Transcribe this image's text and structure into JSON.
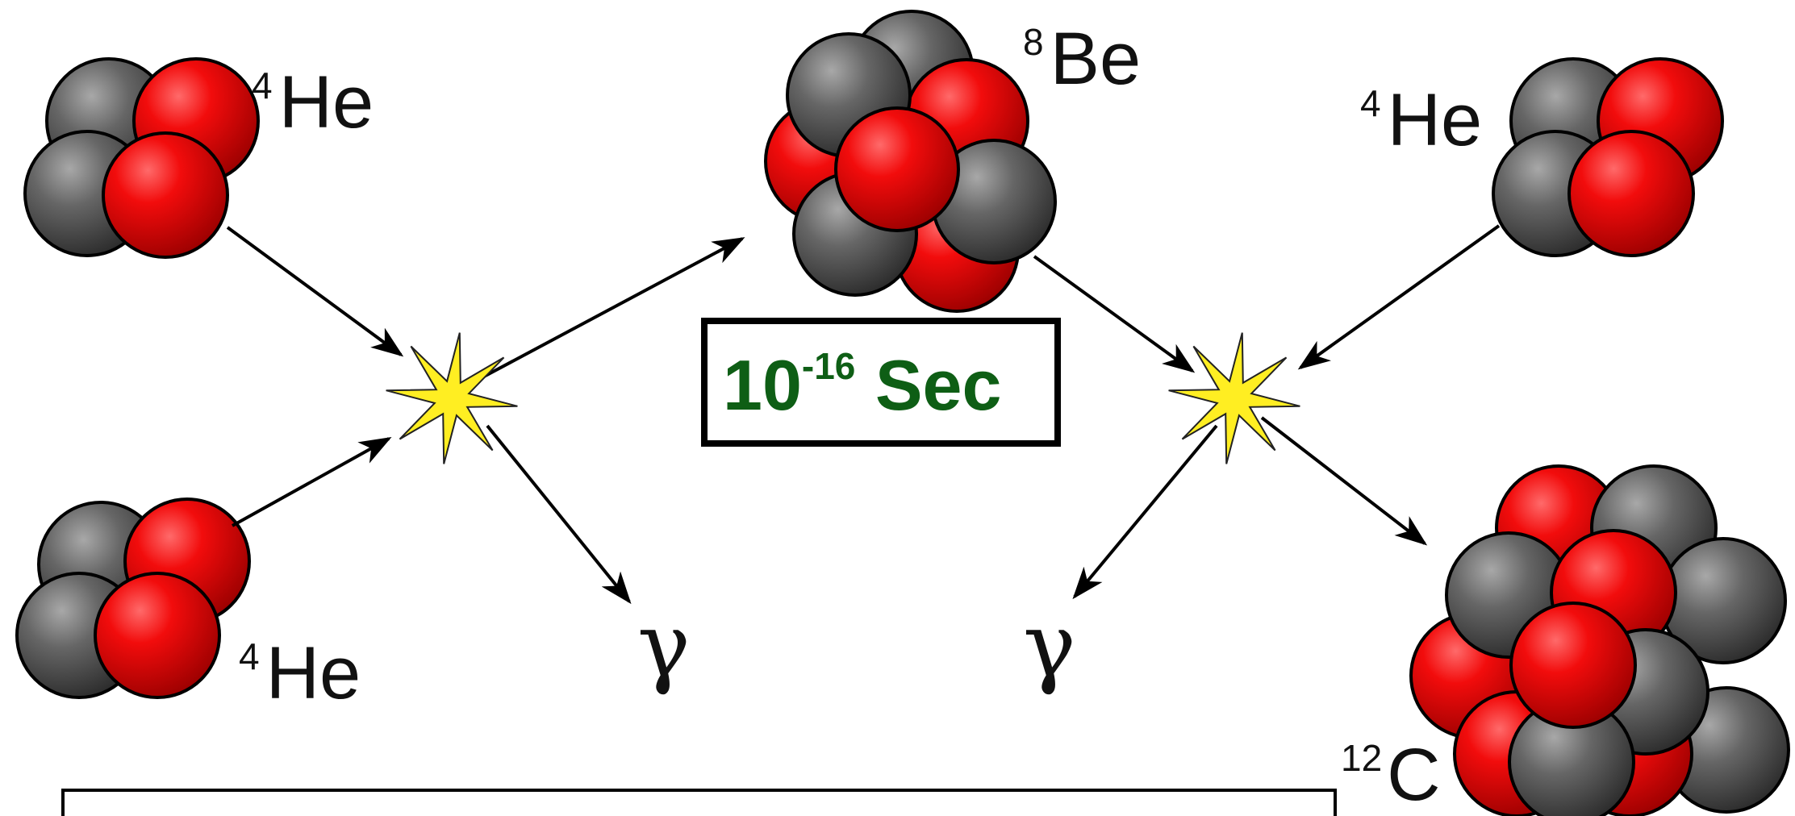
{
  "labels": {
    "he_top_left": {
      "mass": "4",
      "symbol": "He"
    },
    "he_bottom_left": {
      "mass": "4",
      "symbol": "He"
    },
    "be": {
      "mass": "8",
      "symbol": "Be"
    },
    "he_right": {
      "mass": "4",
      "symbol": "He"
    },
    "carbon": {
      "mass": "12",
      "symbol": "C"
    }
  },
  "gamma_left": "γ",
  "gamma_right": "γ",
  "timescale": {
    "base": "10",
    "exponent": "-16",
    "unit": " Sec"
  },
  "colors": {
    "proton": "#e0000f",
    "neutron": "#5a5a5a",
    "flash": "#ffee22",
    "timescale_text": "#0e5e15",
    "outline": "#000000"
  },
  "icons": {
    "proton": "red-sphere",
    "neutron": "grey-sphere",
    "reaction": "yellow-star-burst",
    "direction": "arrow"
  }
}
